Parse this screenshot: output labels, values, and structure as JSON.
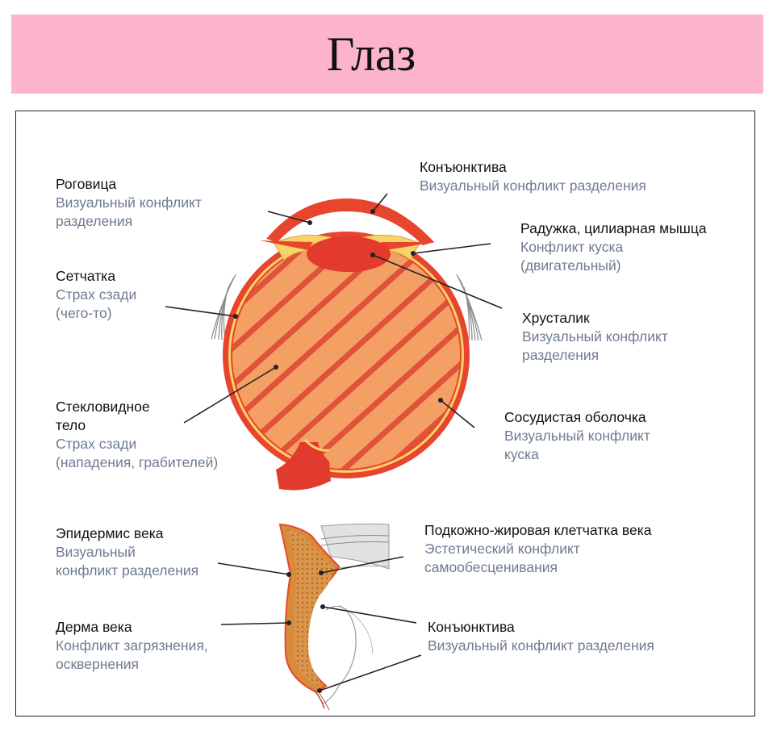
{
  "title": "Глаз",
  "labels": {
    "cornea": {
      "name": "Роговица",
      "desc1": "Визуальный конфликт",
      "desc2": "разделения"
    },
    "conjunctiva_top": {
      "name": "Конъюнктива",
      "desc1": "Визуальный конфликт разделения"
    },
    "iris": {
      "name": "Радужка, цилиарная мышца",
      "desc1": "Конфликт куска",
      "desc2": "(двигательный)"
    },
    "retina": {
      "name": "Сетчатка",
      "desc1": "Страх сзади",
      "desc2": "(чего-то)"
    },
    "lens": {
      "name": "Хрусталик",
      "desc1": "Визуальный конфликт",
      "desc2": "разделения"
    },
    "vitreous": {
      "name1": "Стекловидное",
      "name2": "тело",
      "desc1": "Страх сзади",
      "desc2": "(нападения, грабителей)"
    },
    "choroid": {
      "name": "Сосудистая оболочка",
      "desc1": "Визуальный конфликт",
      "desc2": "куска"
    },
    "eyelid_epidermis": {
      "name": "Эпидермис века",
      "desc1": "Визуальный",
      "desc2": "конфликт разделения"
    },
    "subcutaneous": {
      "name": "Подкожно-жировая клетчатка века",
      "desc1": "Эстетический конфликт",
      "desc2": "самообесценивания"
    },
    "eyelid_dermis": {
      "name": "Дерма века",
      "desc1": "Конфликт загрязнения,",
      "desc2": "осквернения"
    },
    "conjunctiva_bottom": {
      "name": "Конъюнктива",
      "desc1": "Визуальный конфликт разделения"
    }
  },
  "colors": {
    "title_bg": "#fbb4cc",
    "sclera": "#e8452f",
    "vitreous_fill": "#f4a064",
    "stripe": "#e0523a",
    "retina_line": "#f7d36a",
    "desc_text": "#6e7b91"
  }
}
